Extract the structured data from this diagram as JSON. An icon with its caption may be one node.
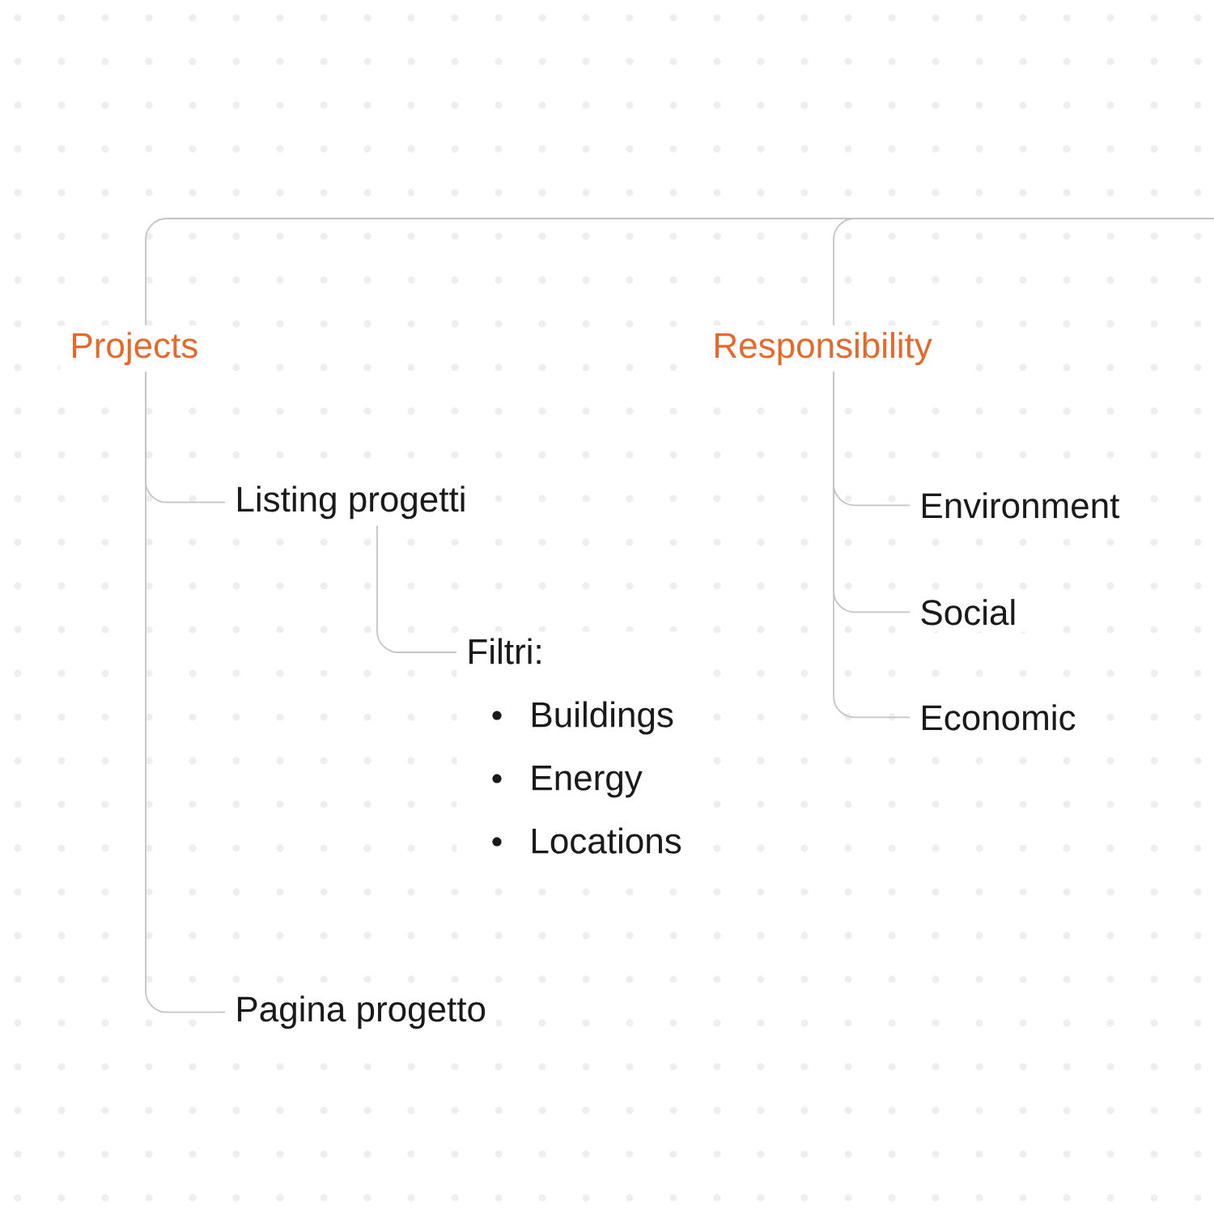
{
  "diagram": {
    "nodes": [
      {
        "text": [
          "Projects"
        ]
      },
      {
        "text": [
          "Responsibility"
        ]
      },
      {
        "text": [
          "Listing progetti"
        ]
      },
      {
        "text": [
          "Filtri:",
          "Buildings",
          "Energy",
          "Locations"
        ]
      },
      {
        "text": [
          "Pagina progetto"
        ]
      },
      {
        "text": [
          "Environment"
        ]
      },
      {
        "text": [
          "Social"
        ]
      },
      {
        "text": [
          "Economic"
        ]
      }
    ],
    "edges": [
      {
        "from": null,
        "to": 0,
        "arrow": "none"
      },
      {
        "from": null,
        "to": 1,
        "arrow": "none"
      },
      {
        "from": 0,
        "to": 2,
        "arrow": "none"
      },
      {
        "from": 2,
        "to": 3,
        "arrow": "none"
      },
      {
        "from": 0,
        "to": 4,
        "arrow": "none"
      },
      {
        "from": 1,
        "to": 5,
        "arrow": "none"
      },
      {
        "from": 1,
        "to": 6,
        "arrow": "none"
      },
      {
        "from": 1,
        "to": 7,
        "arrow": "none"
      }
    ]
  }
}
